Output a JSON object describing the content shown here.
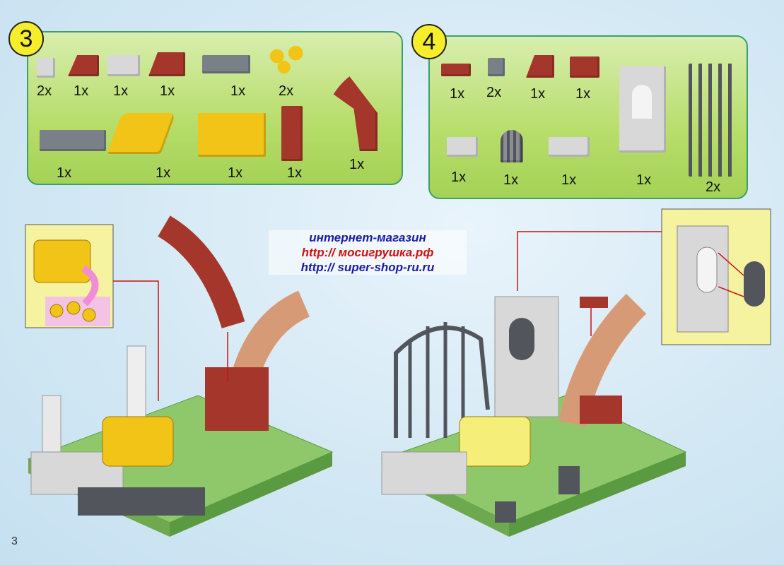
{
  "step3": {
    "number": "3",
    "row1_counts": [
      "2x",
      "1x",
      "1x",
      "1x",
      "1x",
      "2x"
    ],
    "row2_counts": [
      "1x",
      "1x",
      "1x",
      "1x",
      "1x"
    ]
  },
  "step4": {
    "number": "4",
    "row1_counts": [
      "1x",
      "2x",
      "1x",
      "1x"
    ],
    "row2_counts": [
      "1x",
      "1x",
      "1x",
      "1x",
      "2x"
    ]
  },
  "watermark": {
    "line1": "интернет-магазин",
    "line2": "http:// мосигрушка.рф",
    "line3": "http:// super-shop-ru.ru"
  },
  "page_number": "3",
  "colors": {
    "panel_green": "#b7dd6a",
    "panel_border": "#3da06a",
    "step_badge": "#f6ee2a",
    "brick_red": "#a5362b",
    "brick_light_gray": "#d8d8d8",
    "brick_dark_gray": "#7a8088",
    "brick_yellow": "#f2c417",
    "brick_tan": "#d79a76",
    "baseplate_green": "#8fc86b",
    "watermark_blue": "#1a1aa8",
    "watermark_red": "#d01010"
  }
}
